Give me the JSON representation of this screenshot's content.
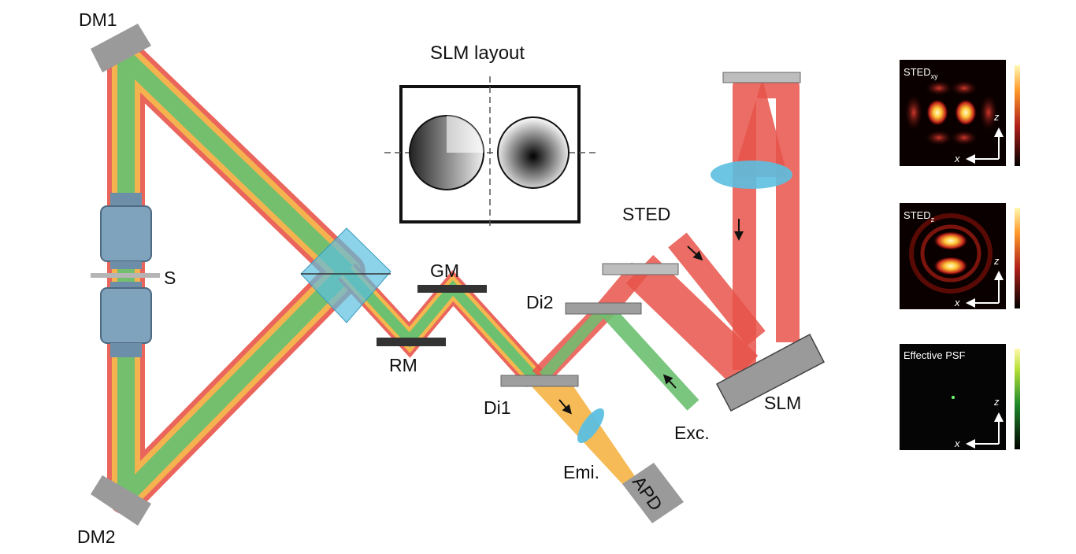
{
  "labels": {
    "dm1": "DM1",
    "dm2": "DM2",
    "s": "S",
    "slm_layout": "SLM layout",
    "gm": "GM",
    "rm": "RM",
    "di1": "Di1",
    "di2": "Di2",
    "sted": "STED",
    "slm": "SLM",
    "exc": "Exc.",
    "emi": "Emi.",
    "apd": "APD"
  },
  "psf_panels": [
    {
      "title": "STED",
      "subscript": "xy",
      "axis_x": "x",
      "axis_z": "z"
    },
    {
      "title": "STED",
      "subscript": "z",
      "axis_x": "x",
      "axis_z": "z"
    },
    {
      "title": "Effective PSF",
      "subscript": "",
      "axis_x": "x",
      "axis_z": "z"
    }
  ],
  "colors": {
    "sted_beam": "#e8544a",
    "exc_beam": "#6cc070",
    "emi_beam": "#f5b74e",
    "optics_blue": "#5bbfe0",
    "mirror_gray": "#9a9a9a"
  }
}
